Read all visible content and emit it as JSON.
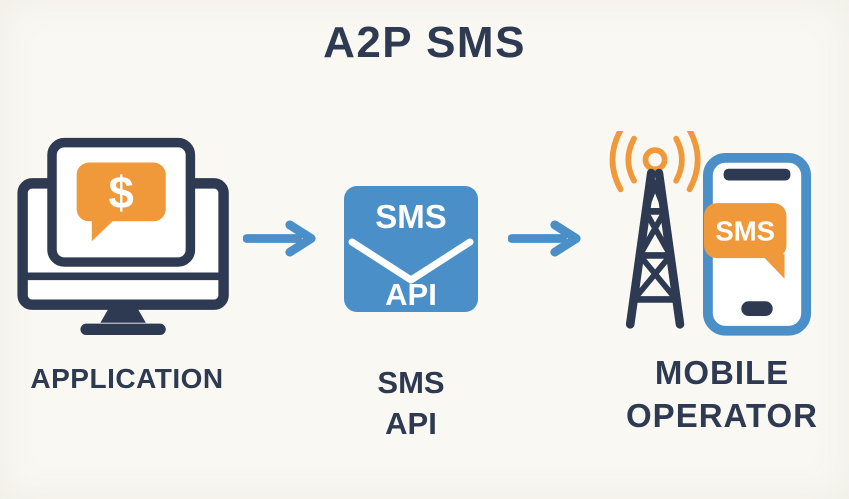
{
  "title": "A2P SMS",
  "colors": {
    "navy": "#2d3a52",
    "blue": "#4b8fc8",
    "orange": "#f0993b",
    "background": "#faf8f2",
    "white": "#ffffff"
  },
  "nodes": {
    "application": {
      "label": "APPLICATION",
      "bubble_text": "$"
    },
    "sms_api": {
      "envelope_line1": "SMS",
      "envelope_line2": "API",
      "label_line1": "SMS",
      "label_line2": "API"
    },
    "mobile_operator": {
      "label_line1": "MOBILE",
      "label_line2": "OPERATOR",
      "phone_bubble_text": "SMS"
    }
  }
}
